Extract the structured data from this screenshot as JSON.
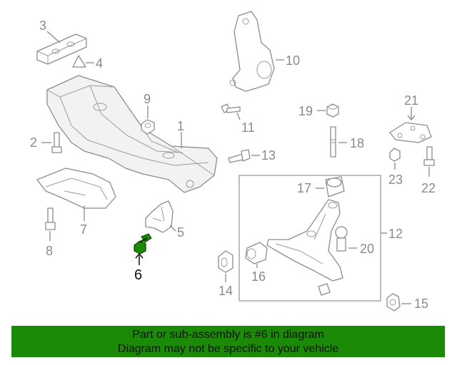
{
  "callouts": {
    "c1": "1",
    "c2": "2",
    "c3": "3",
    "c4": "4",
    "c5": "5",
    "c6": "6",
    "c7": "7",
    "c8": "8",
    "c9": "9",
    "c10": "10",
    "c11": "11",
    "c12": "12",
    "c13": "13",
    "c14": "14",
    "c15": "15",
    "c16": "16",
    "c17": "17",
    "c18": "18",
    "c19": "19",
    "c20": "20",
    "c21": "21",
    "c22": "22",
    "c23": "23"
  },
  "highlight": {
    "part": "6",
    "color": "#1b8a07"
  },
  "footer": {
    "line1": "Part or sub-assembly is #6 in diagram",
    "line2": "Diagram may not be specific to your vehicle",
    "background": "#1b8a07"
  }
}
